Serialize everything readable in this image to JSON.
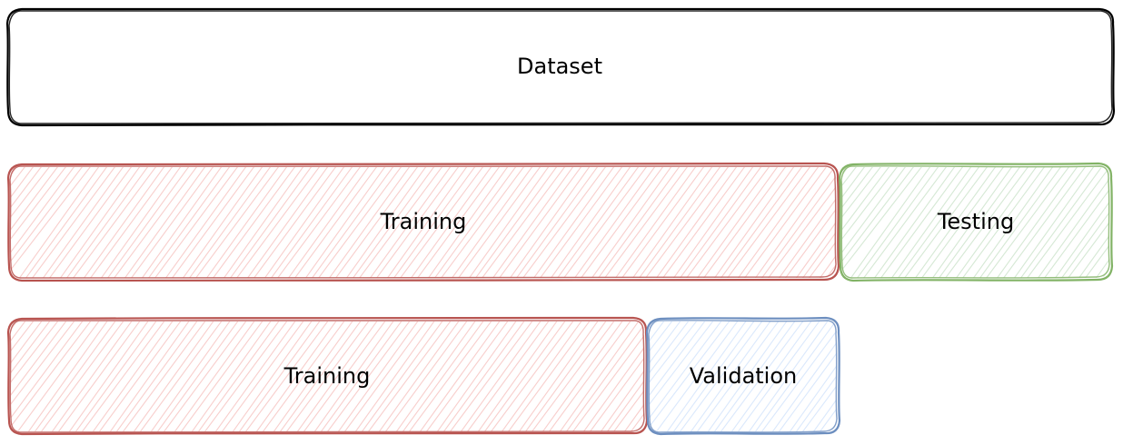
{
  "diagram": {
    "rows": [
      {
        "segments": [
          {
            "label": "Dataset",
            "stroke": "#000000",
            "fill": null
          }
        ]
      },
      {
        "segments": [
          {
            "label": "Training",
            "stroke": "#b85450",
            "fill": "#f8cecc"
          },
          {
            "label": "Testing",
            "stroke": "#82b366",
            "fill": "#d5e8d4"
          }
        ]
      },
      {
        "segments": [
          {
            "label": "Training",
            "stroke": "#b85450",
            "fill": "#f8cecc"
          },
          {
            "label": "Validation",
            "stroke": "#6c8ebf",
            "fill": "#dae8fc"
          }
        ]
      }
    ]
  }
}
